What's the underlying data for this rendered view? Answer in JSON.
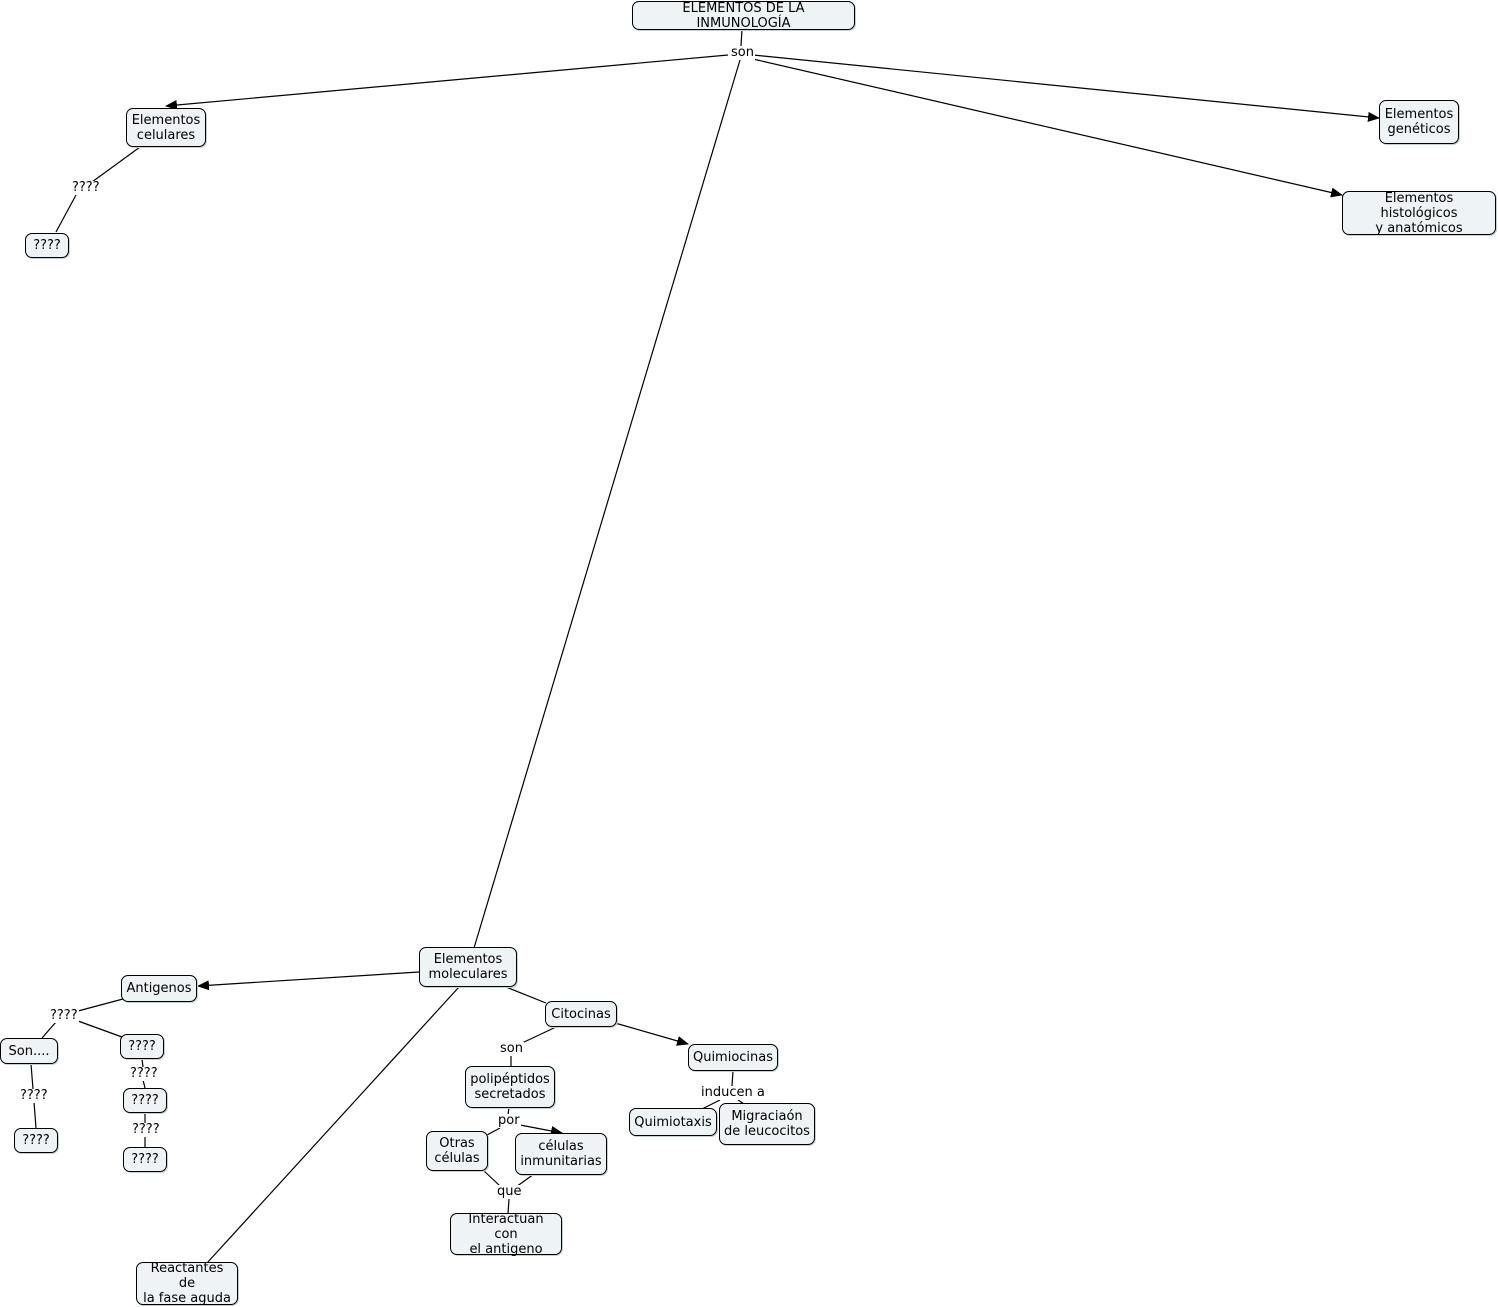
{
  "concepts": {
    "root": "ELEMENTOS DE LA INMUNOLOGÍA",
    "cel": "Elementos\ncelulares",
    "cel_q": "????",
    "gen": "Elementos\ngenéticos",
    "hist": "Elementos histológicos\ny anatómicos",
    "mol": "Elementos\nmoleculares",
    "ant": "Antigenos",
    "son_box": "Son....",
    "son_q": "????",
    "q_a": "????",
    "q_b": "????",
    "q_c": "????",
    "reac": "Reactantes de\nla fase aguda",
    "cit": "Citocinas",
    "poli": "polipéptidos\nsecretados",
    "otras": "Otras\ncélulas",
    "inmu": "células\ninmunitarias",
    "inter": "Interactuan con\nel antigeno",
    "quim": "Quimiocinas",
    "quimio": "Quimiotaxis",
    "migra": "Migraciaón\nde leucocitos"
  },
  "linking_phrases": {
    "son_root": "son",
    "cel_link": "????",
    "ant_link": "????",
    "son_link": "????",
    "q_link1": "????",
    "q_link2": "????",
    "cit_son": "son",
    "por": "por",
    "que": "que",
    "inducen": "inducen a"
  },
  "colors": {
    "node_fill": "#eef3f6",
    "line": "#000000"
  }
}
